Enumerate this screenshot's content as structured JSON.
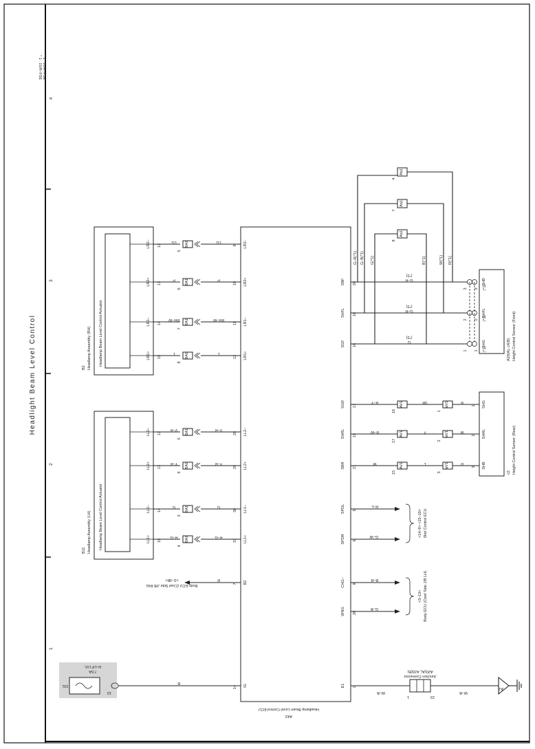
{
  "title": "Headlight Beam Level Control",
  "notes": [
    "* 1 : 1UR–FSE",
    "* 2 : 2UR–FSE"
  ],
  "grid_numbers": [
    "1",
    "2",
    "3",
    "4"
  ],
  "ecu": {
    "code": "A43",
    "name": "Headlamp Beam Level Control ECU",
    "pins": [
      {
        "num": "14",
        "name": "IG"
      },
      {
        "num": "7",
        "name": "B2"
      },
      {
        "num": "31",
        "name": "LL1+"
      },
      {
        "num": "30",
        "name": "LL1–"
      },
      {
        "num": "29",
        "name": "LL2+"
      },
      {
        "num": "28",
        "name": "LL2–"
      },
      {
        "num": "12",
        "name": "LR1+"
      },
      {
        "num": "11",
        "name": "LR1–"
      },
      {
        "num": "10",
        "name": "LR2+"
      },
      {
        "num": "9",
        "name": "LR2–"
      },
      {
        "num": "1",
        "name": "E1"
      },
      {
        "num": "20",
        "name": "WNG"
      },
      {
        "num": "8",
        "name": "CHG–"
      },
      {
        "num": "6",
        "name": "SPDR"
      },
      {
        "num": "5",
        "name": "SPDL"
      },
      {
        "num": "21",
        "name": "SBR"
      },
      {
        "num": "19",
        "name": "SHRL"
      },
      {
        "num": "17",
        "name": "SGR"
      },
      {
        "num": "16",
        "name": "SGF"
      },
      {
        "num": "18",
        "name": "SHFL"
      },
      {
        "num": "20",
        "name": "SBF"
      }
    ]
  },
  "fuse": {
    "name": "H–LP LVL",
    "rating": "7.5A",
    "connector": "DG",
    "pin": "10"
  },
  "headlamp_lh": {
    "code": "B11",
    "name": "Headlamp Assembly (LH)",
    "inner": "Headlamp Beam Level Control Actuator",
    "pins": [
      {
        "name": "LL1+",
        "num": "15",
        "conn_pin": "4",
        "color": "R–G",
        "ecu_color": "R–G"
      },
      {
        "name": "LL1–",
        "num": "14",
        "conn_pin": "3",
        "color": "G",
        "ecu_color": "G"
      },
      {
        "name": "LL2+",
        "num": "13",
        "conn_pin": "6",
        "color": "Y–R",
        "ecu_color": "Y–R"
      },
      {
        "name": "LL2–",
        "num": "12",
        "conn_pin": "5",
        "color": "V–R",
        "ecu_color": "V–R"
      }
    ]
  },
  "headlamp_rh": {
    "code": "B2",
    "name": "Headlamp Assembly (RH)",
    "inner": "Headlamp Beam Level Control Actuator",
    "pins": [
      {
        "name": "LR1+",
        "num": "15",
        "conn_pin": "8",
        "color": "L",
        "ecu_color": "L"
      },
      {
        "name": "LR1–",
        "num": "14",
        "conn_pin": "7",
        "color": "BR–W",
        "ecu_color": "BR–W"
      },
      {
        "name": "LR2+",
        "num": "13",
        "conn_pin": "6",
        "color": "P",
        "ecu_color": "P"
      },
      {
        "name": "LR2–",
        "num": "12",
        "conn_pin": "5",
        "color": "LG",
        "ecu_color": "LG"
      }
    ]
  },
  "connector_ba": "BA1",
  "body_ecu_rh": {
    "ref": "<3–3B>",
    "name": "Body ECU (Cowl Side J/B RH)",
    "wire": "R"
  },
  "body_ecu_lh": {
    "ref": "<3–13>",
    "name": "Body ECU (Cowl Side J/B LH)",
    "wires": [
      "G–B",
      "B–R"
    ]
  },
  "skid_ecu": {
    "refs": "<14–9> <15–10>",
    "name": "Skid Control ECU",
    "wires": [
      "G–W",
      "R–L"
    ]
  },
  "junction": {
    "code": "A20(A), A33(B)",
    "name": "Junction Connector",
    "wire_in": "W–B",
    "wire_out": "W–B",
    "pin_a": "1",
    "pin_b": "23",
    "ground": "A1"
  },
  "rear_sensor": {
    "code": "c2",
    "name": "Height Control Sensor (Rear)",
    "rows": [
      {
        "ecu_color": "W",
        "mid_color": "L",
        "sensor_color": "R",
        "conn_a": "15",
        "conn_b": "3",
        "pin": "3",
        "name": "SHB",
        "label_a": "AV1",
        "label_b": "aV1"
      },
      {
        "ecu_color": "B–W",
        "mid_color": "Y",
        "sensor_color": "W",
        "conn_a": "17",
        "conn_b": "2",
        "pin": "2",
        "name": "SHRL",
        "label_a": "AV1",
        "label_b": "aV1"
      },
      {
        "ecu_color": "R–Y",
        "mid_color": "SB",
        "sensor_color": "B",
        "conn_a": "16",
        "conn_b": "1",
        "pin": "1",
        "name": "SHG",
        "label_a": "AV1",
        "label_b": "aV1"
      }
    ]
  },
  "front_sensor": {
    "code": "A20(A), c4(B)",
    "name": "Height Control Sensor (Front)",
    "rows": [
      {
        "name": "SHG",
        "color": "G",
        "tag": "(*2)",
        "pin": "1"
      },
      {
        "name": "SHFL",
        "color": "G–B",
        "tag": "(*2)",
        "pin": "2"
      },
      {
        "name": "SHB",
        "color": "G–R",
        "tag": "(*2)",
        "pin": "3"
      }
    ],
    "alt_wires": [
      "G–R(*1)",
      "G–B(*1)",
      "G(*1)",
      "B(*1)",
      "W(*1)",
      "R(*1)"
    ],
    "tags": [
      "(*1)",
      "(*2)",
      "(*1)"
    ],
    "aq": [
      {
        "label": "Aq1",
        "pin": "8"
      },
      {
        "label": "Aq1",
        "pin": "7"
      },
      {
        "label": "Aq1",
        "pin": "4"
      }
    ]
  }
}
